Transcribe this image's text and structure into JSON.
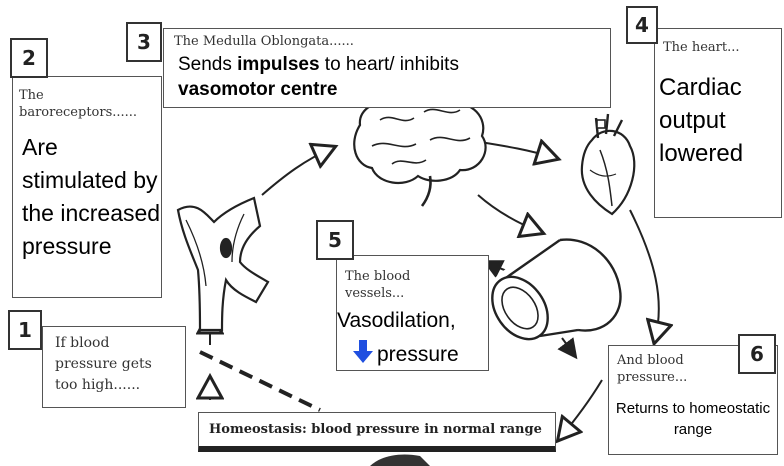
{
  "boxes": {
    "medulla": {
      "number": "3",
      "heading": "The Medulla Oblongata......",
      "text_part1": "Sends ",
      "text_bold1": "impulses",
      "text_part2": " to heart/ inhibits",
      "text_bold2": "vasomotor centre"
    },
    "heart": {
      "number": "4",
      "heading": "The heart...",
      "text": "Cardiac output lowered"
    },
    "baroreceptors": {
      "number": "2",
      "heading": "The baroreceptors......",
      "text": "Are stimulated by the increased pressure"
    },
    "vessels": {
      "number": "5",
      "heading": "The blood vessels...",
      "text_line1": "Vasodilation,",
      "text_line2": "pressure",
      "arrow_color": "#1f4fe0"
    },
    "trigger": {
      "number": "1",
      "text": "If blood pressure gets too high......"
    },
    "result": {
      "number": "6",
      "heading": "And blood pressure...",
      "text": "Returns to homeostatic range"
    }
  },
  "banner": {
    "text": "Homeostasis: blood pressure in normal range"
  }
}
